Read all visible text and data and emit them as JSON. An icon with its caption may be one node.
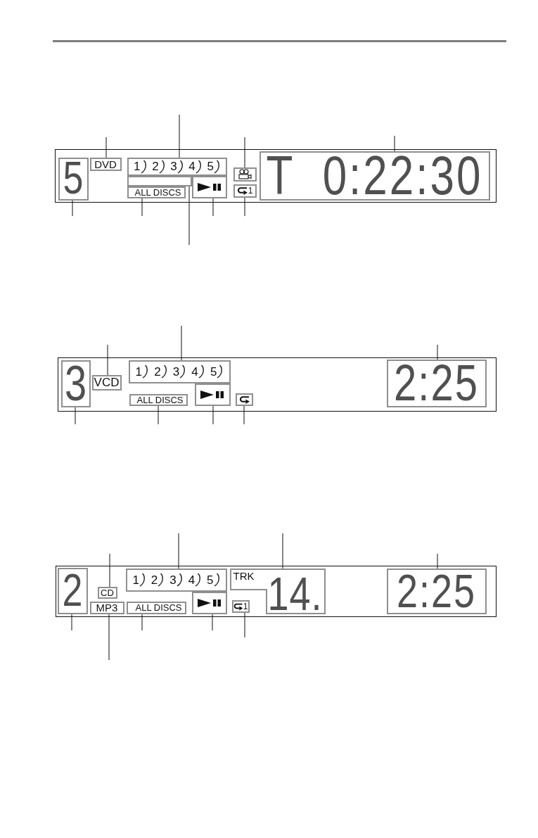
{
  "diagram": {
    "nodes": [
      {
        "text": [],
        "shape": "box"
      },
      {
        "text": [
          "5"
        ],
        "in": 0
      },
      {
        "text": [
          "DVD"
        ],
        "in": 0
      },
      {
        "text": [
          "1",
          "2",
          "3",
          "4",
          "5"
        ],
        "in": 0
      },
      {
        "text": [],
        "shape": "box",
        "in": 0
      },
      {
        "text": [
          "ALL DISCS"
        ],
        "in": 0
      },
      {
        "text": [],
        "shape": "box",
        "in": 0
      },
      {
        "text": [],
        "shape": "box",
        "in": 0
      },
      {
        "text": [
          "1"
        ],
        "in": 0
      },
      {
        "text": [
          "T",
          "0:22:30"
        ],
        "in": 0
      },
      {
        "text": [],
        "shape": "box"
      },
      {
        "text": [
          "3"
        ],
        "in": 10
      },
      {
        "text": [
          "VCD"
        ],
        "in": 10
      },
      {
        "text": [
          "1",
          "2",
          "3",
          "4",
          "5"
        ],
        "in": 10
      },
      {
        "text": [
          "ALL DISCS"
        ],
        "in": 10
      },
      {
        "text": [],
        "shape": "box",
        "in": 10
      },
      {
        "text": [],
        "shape": "box",
        "in": 10
      },
      {
        "text": [
          "2:25"
        ],
        "in": 10
      },
      {
        "text": [],
        "shape": "box"
      },
      {
        "text": [
          "2"
        ],
        "in": 18
      },
      {
        "text": [
          "CD"
        ],
        "in": 18
      },
      {
        "text": [
          "MP3"
        ],
        "in": 18
      },
      {
        "text": [
          "1",
          "2",
          "3",
          "4",
          "5"
        ],
        "in": 18
      },
      {
        "text": [
          "ALL DISCS"
        ],
        "in": 18
      },
      {
        "text": [],
        "shape": "box",
        "in": 18
      },
      {
        "text": [
          "TRK",
          "14."
        ],
        "in": 18
      },
      {
        "text": [
          "1"
        ],
        "in": 18
      },
      {
        "text": [
          "2:25"
        ],
        "in": 18
      }
    ],
    "edges": [
      {
        "from": null,
        "to": 2,
        "arrow": "none"
      },
      {
        "from": null,
        "to": 3,
        "arrow": "none"
      },
      {
        "from": null,
        "to": 7,
        "arrow": "none"
      },
      {
        "from": null,
        "to": 9,
        "arrow": "none"
      },
      {
        "from": null,
        "to": 1,
        "arrow": "none"
      },
      {
        "from": null,
        "to": 5,
        "arrow": "none"
      },
      {
        "from": null,
        "to": 4,
        "arrow": "none"
      },
      {
        "from": null,
        "to": 6,
        "arrow": "none"
      },
      {
        "from": null,
        "to": 8,
        "arrow": "none"
      },
      {
        "from": null,
        "to": 12,
        "arrow": "none"
      },
      {
        "from": null,
        "to": 13,
        "arrow": "none"
      },
      {
        "from": null,
        "to": 17,
        "arrow": "none"
      },
      {
        "from": null,
        "to": 11,
        "arrow": "none"
      },
      {
        "from": null,
        "to": 14,
        "arrow": "none"
      },
      {
        "from": null,
        "to": 15,
        "arrow": "none"
      },
      {
        "from": null,
        "to": 16,
        "arrow": "none"
      },
      {
        "from": null,
        "to": 20,
        "arrow": "none"
      },
      {
        "from": null,
        "to": 22,
        "arrow": "none"
      },
      {
        "from": null,
        "to": 25,
        "arrow": "none"
      },
      {
        "from": null,
        "to": 27,
        "arrow": "none"
      },
      {
        "from": null,
        "to": 19,
        "arrow": "none"
      },
      {
        "from": null,
        "to": 21,
        "arrow": "none"
      },
      {
        "from": null,
        "to": 23,
        "arrow": "none"
      },
      {
        "from": null,
        "to": 24,
        "arrow": "none"
      },
      {
        "from": null,
        "to": 26,
        "arrow": "none"
      }
    ]
  }
}
